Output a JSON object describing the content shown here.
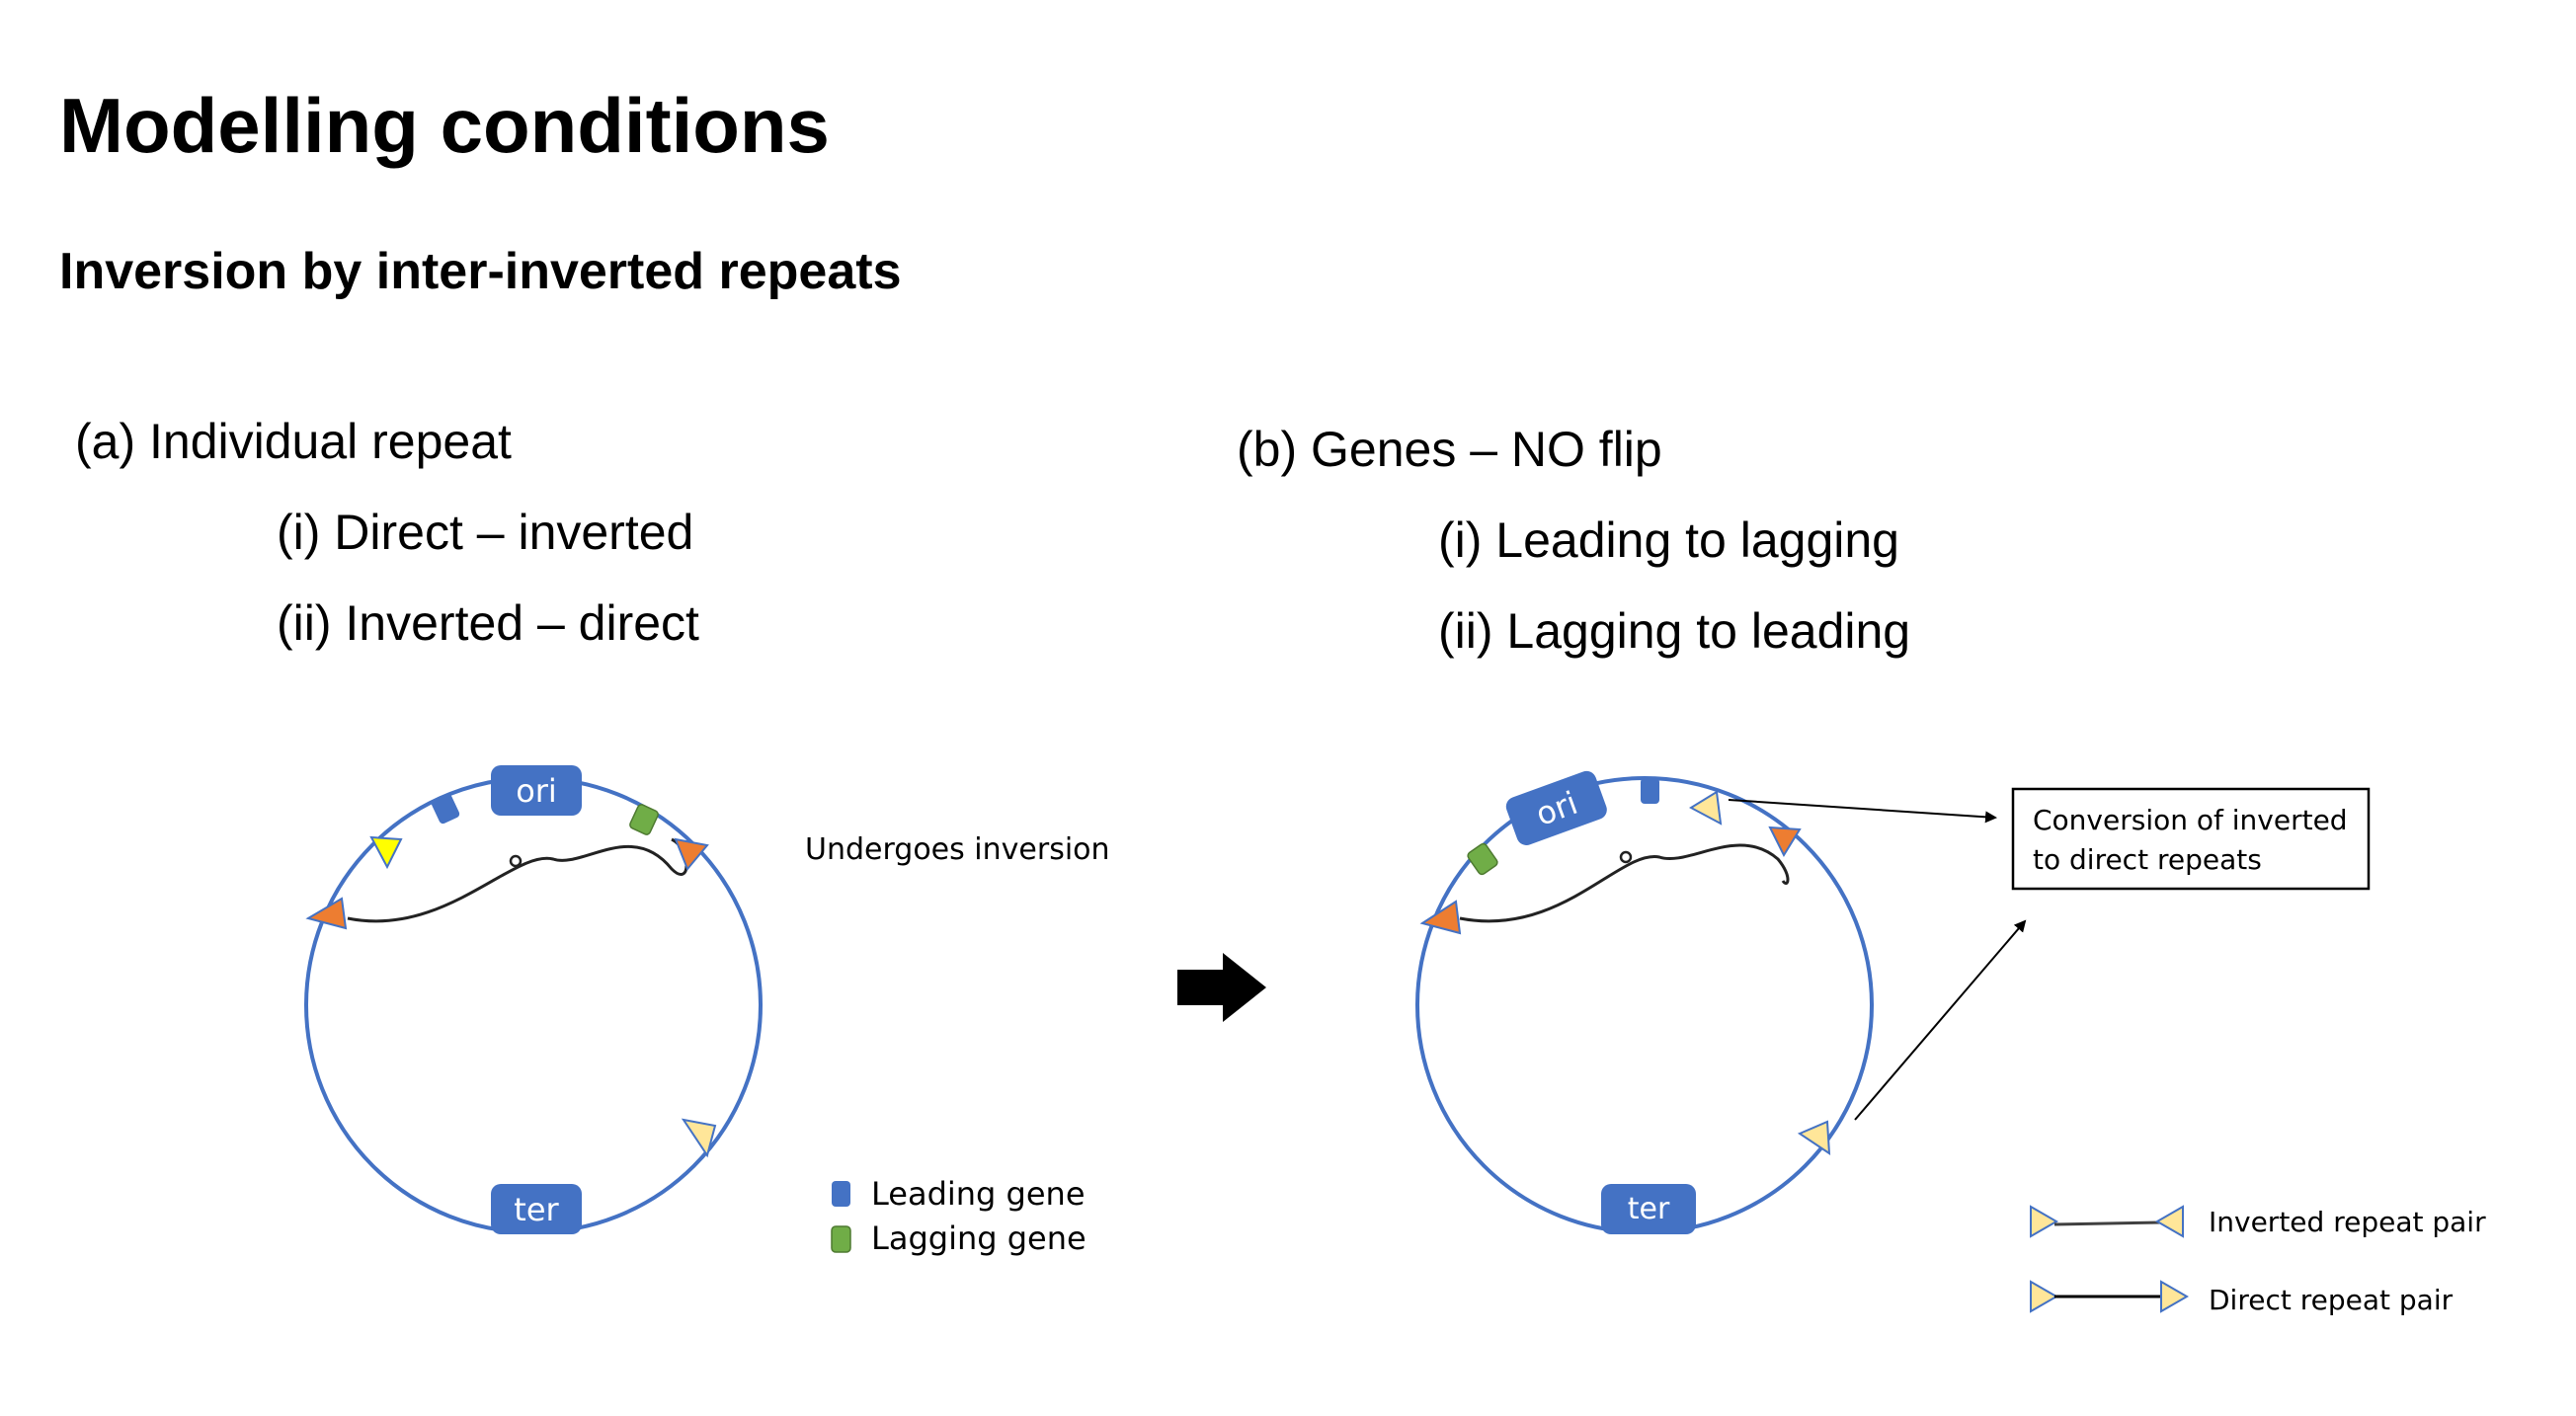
{
  "slide": {
    "title": "Modelling conditions",
    "subtitle": "Inversion by inter-inverted repeats"
  },
  "section_a": {
    "heading": "(a) Individual repeat",
    "items": [
      "(i) Direct – inverted",
      "(ii) Inverted – direct"
    ]
  },
  "section_b": {
    "heading": "(b) Genes – NO flip",
    "items": [
      "(i) Leading to lagging",
      "(ii) Lagging to leading"
    ]
  },
  "diagram_left": {
    "ori_label": "ori",
    "ter_label": "ter",
    "annotation": "Undergoes inversion",
    "legend": [
      {
        "label": "Leading gene",
        "color": "#4472c4"
      },
      {
        "label": "Lagging gene",
        "color": "#70ad47"
      }
    ]
  },
  "diagram_right": {
    "ori_label": "ori",
    "ter_label": "ter",
    "callout": [
      "Conversion of inverted",
      "to direct repeats"
    ],
    "legend": [
      {
        "label": "Inverted repeat pair"
      },
      {
        "label": "Direct repeat pair"
      }
    ]
  },
  "colors": {
    "chromosome": "#4472c4",
    "leading_gene": "#4472c4",
    "lagging_gene": "#70ad47",
    "repeat_orange": "#ed7d31",
    "repeat_yellow": "#ffff00",
    "repeat_pale": "#ffe699"
  },
  "icons": {
    "transition_arrow": "right-arrow-icon"
  }
}
